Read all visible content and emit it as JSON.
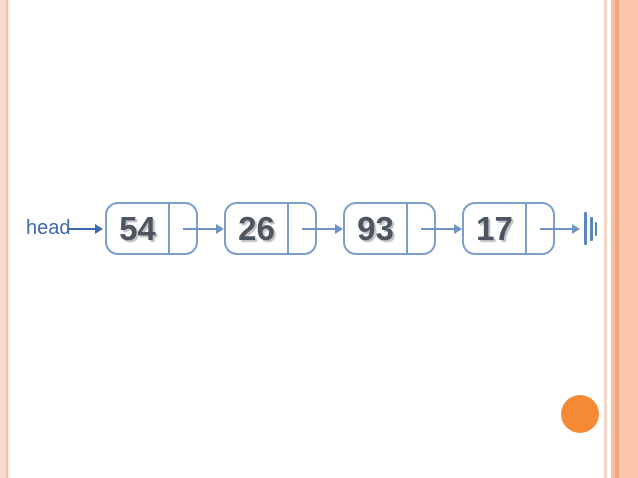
{
  "diagram": {
    "head_label": "head",
    "nodes": [
      {
        "value": "54"
      },
      {
        "value": "26"
      },
      {
        "value": "93"
      },
      {
        "value": "17"
      }
    ],
    "terminator": "null-marker"
  },
  "colors": {
    "node_border": "#7d9ec9",
    "value_text": "#4d5560",
    "head_text": "#3e68b0",
    "arrow": "#6f93c4",
    "null_marker": "#5c85bd",
    "accent_circle": "#f68933",
    "left_stripe": "#f8dcd1",
    "right_stripe_light": "#fbc6aa",
    "right_stripe_dark": "#efa583"
  }
}
